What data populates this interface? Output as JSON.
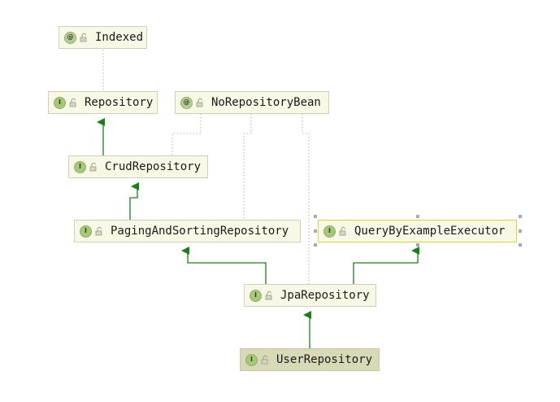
{
  "nodes": {
    "indexed": {
      "name": "Indexed",
      "kind": "annotation",
      "badge": "@"
    },
    "repository": {
      "name": "Repository",
      "kind": "interface",
      "badge": "I"
    },
    "noRepositoryBean": {
      "name": "NoRepositoryBean",
      "kind": "annotation",
      "badge": "@"
    },
    "crudRepository": {
      "name": "CrudRepository",
      "kind": "interface",
      "badge": "I"
    },
    "pagingAndSortingRepository": {
      "name": "PagingAndSortingRepository",
      "kind": "interface",
      "badge": "I"
    },
    "queryByExampleExecutor": {
      "name": "QueryByExampleExecutor",
      "kind": "interface",
      "badge": "I",
      "selected": true
    },
    "jpaRepository": {
      "name": "JpaRepository",
      "kind": "interface",
      "badge": "I"
    },
    "userRepository": {
      "name": "UserRepository",
      "kind": "interface",
      "badge": "I",
      "current": true
    }
  },
  "relations": [
    {
      "from": "Repository",
      "to": "Indexed",
      "type": "annotated-by"
    },
    {
      "from": "CrudRepository",
      "to": "Repository",
      "type": "extends"
    },
    {
      "from": "CrudRepository",
      "to": "NoRepositoryBean",
      "type": "annotated-by"
    },
    {
      "from": "PagingAndSortingRepository",
      "to": "CrudRepository",
      "type": "extends"
    },
    {
      "from": "PagingAndSortingRepository",
      "to": "NoRepositoryBean",
      "type": "annotated-by"
    },
    {
      "from": "JpaRepository",
      "to": "PagingAndSortingRepository",
      "type": "extends"
    },
    {
      "from": "JpaRepository",
      "to": "QueryByExampleExecutor",
      "type": "extends"
    },
    {
      "from": "JpaRepository",
      "to": "NoRepositoryBean",
      "type": "annotated-by"
    },
    {
      "from": "UserRepository",
      "to": "JpaRepository",
      "type": "extends"
    }
  ],
  "colors": {
    "extends": "#168216",
    "annotated": "#c7c7a6",
    "node_bg": "#f8f8e6",
    "current_bg": "#d8d9b6",
    "selected_border": "#e0d23a",
    "badge": "#a7c77a"
  },
  "icons": {
    "visibility": "open-lock-icon",
    "interface": "interface-badge-icon",
    "annotation": "annotation-badge-icon"
  }
}
